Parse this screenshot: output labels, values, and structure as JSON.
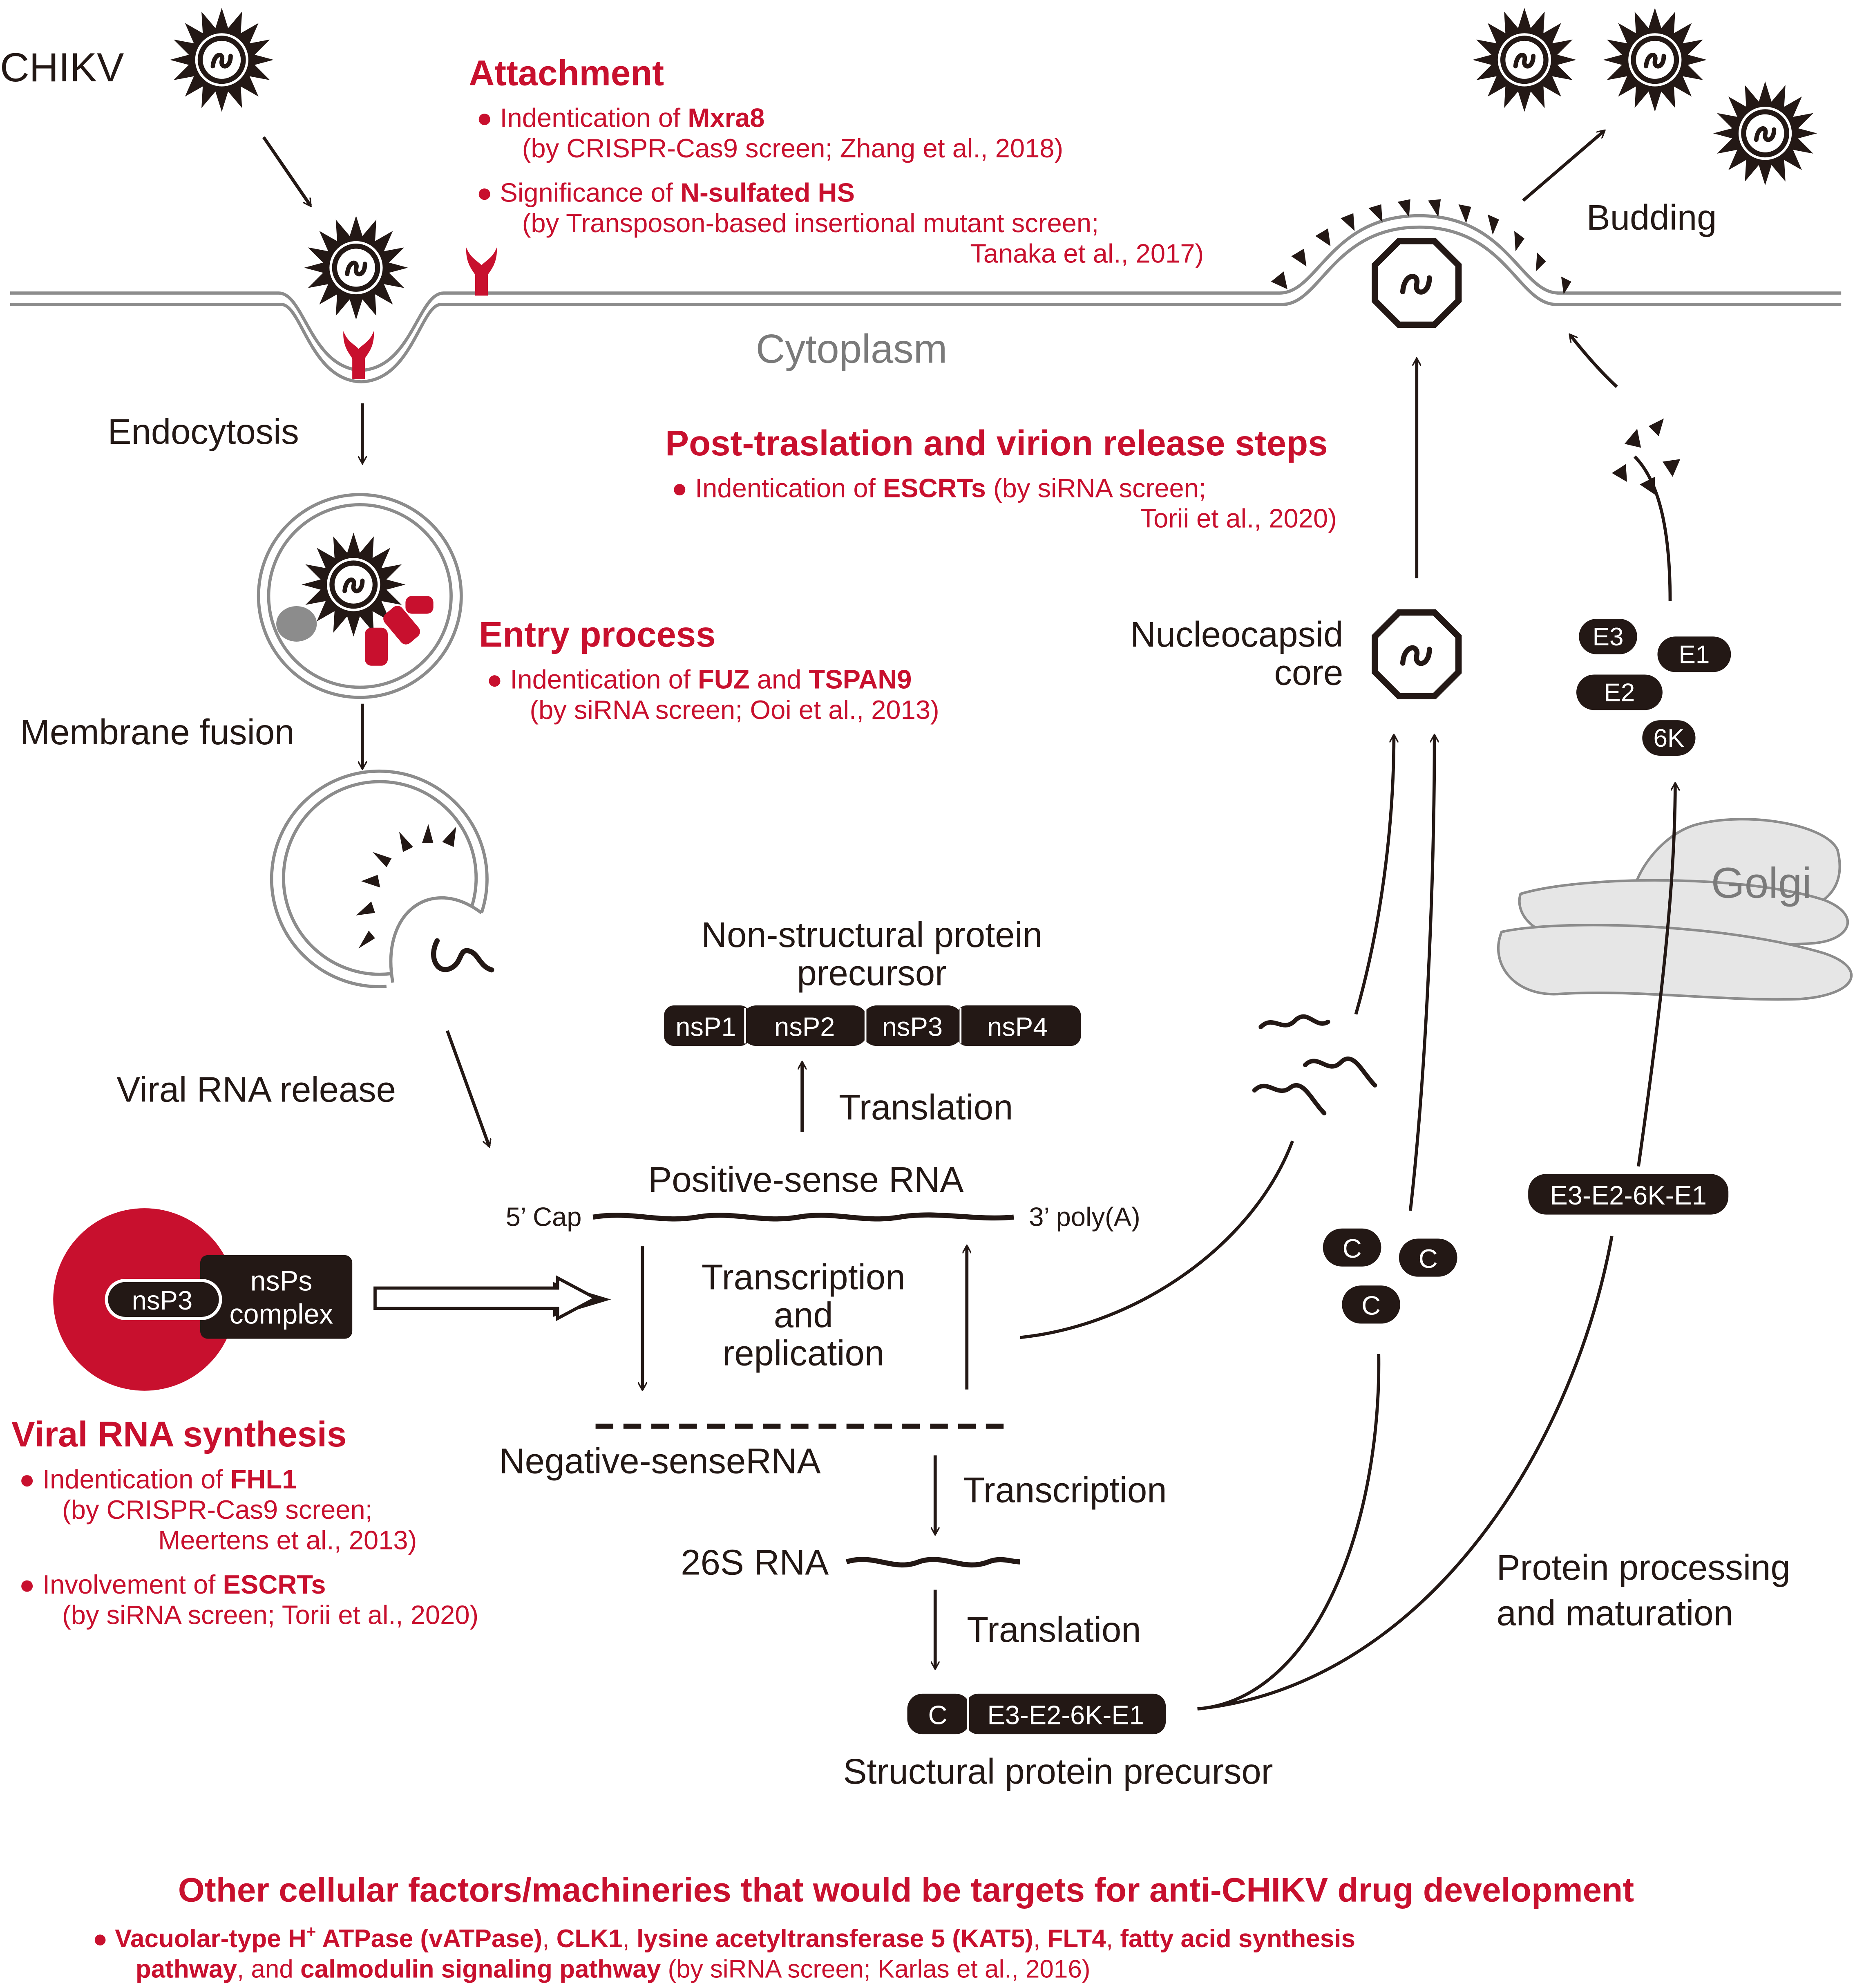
{
  "virus_label": "CHIKV",
  "cytoplasm_label": "Cytoplasm",
  "golgi_label": "Golgi",
  "steps": {
    "endocytosis": "Endocytosis",
    "membrane_fusion": "Membrane fusion",
    "viral_rna_release": "Viral RNA release",
    "budding": "Budding",
    "nucleocapsid_line1": "Nucleocapsid",
    "nucleocapsid_line2": "core",
    "protein_processing_line1": "Protein processing",
    "protein_processing_line2": "and maturation"
  },
  "attachment": {
    "title": "Attachment",
    "items": [
      {
        "bullet": "●",
        "prefix": "Indentication of ",
        "bold": "Mxra8",
        "suffix": "",
        "cite1": "(by CRISPR-Cas9 screen; Zhang et al., 2018)",
        "cite2": ""
      },
      {
        "bullet": "●",
        "prefix": "Significance of ",
        "bold": "N-sulfated HS",
        "suffix": "",
        "cite1": "(by Transposon-based insertional mutant screen;",
        "cite2": "Tanaka et al., 2017)"
      }
    ]
  },
  "entry": {
    "title": "Entry process",
    "bullet": "●",
    "prefix": "Indentication of ",
    "bold1": "FUZ",
    "mid": " and ",
    "bold2": "TSPAN9",
    "cite": "(by siRNA screen; Ooi et al., 2013)"
  },
  "post_translation": {
    "title": "Post-traslation and virion release steps",
    "bullet": "●",
    "prefix": "Indentication of ",
    "bold": "ESCRTs",
    "cite1": " (by siRNA screen;",
    "cite2": "Torii et al., 2020)"
  },
  "viral_rna_synthesis": {
    "title": "Viral RNA synthesis",
    "items": [
      {
        "bullet": "●",
        "prefix": "Indentication of ",
        "bold": "FHL1",
        "cite1": "(by CRISPR-Cas9 screen;",
        "cite2": "Meertens et al., 2013)"
      },
      {
        "bullet": "●",
        "prefix": "Involvement of ",
        "bold": "ESCRTs",
        "cite1": "(by siRNA screen; Torii et al., 2020)",
        "cite2": ""
      }
    ]
  },
  "rna": {
    "nonstructural_line1": "Non-structural protein",
    "nonstructural_line2": "precursor",
    "nsp_segments": [
      "nsP1",
      "nsP2",
      "nsP3",
      "nsP4"
    ],
    "translation_top": "Translation",
    "positive_sense": "Positive-sense RNA",
    "cap": "5’ Cap",
    "polya": "3’ poly(A)",
    "transcription_line1": "Transcription",
    "transcription_line2": "and",
    "transcription_line3": "replication",
    "negative_sense": "Negative-senseRNA",
    "transcription": "Transcription",
    "rna26s": "26S RNA",
    "translation_bottom": "Translation",
    "structural_c": "C",
    "structural_rest": "E3-E2-6K-E1",
    "structural_label": "Structural protein precursor"
  },
  "complex": {
    "nsp3": "nsP3",
    "nsps_line1": "nsPs",
    "nsps_line2": "complex"
  },
  "proteins": {
    "c_label": "C",
    "polyprotein": "E3-E2-6K-E1",
    "e3": "E3",
    "e1": "E1",
    "e2": "E2",
    "k6": "6K"
  },
  "footer": {
    "title": "Other cellular factors/machineries that would be targets for anti-CHIKV drug development",
    "bullet": "●",
    "b1": "Vacuolar-type H",
    "sup": "+",
    "b1b": " ATPase (vATPase)",
    "s1": ", ",
    "b2": "CLK1",
    "s2": ", ",
    "b3": "lysine acetyltransferase 5 (KAT5)",
    "s3": ", ",
    "b4": "FLT4",
    "s4": ", ",
    "b5": "fatty acid synthesis",
    "b6": "pathway",
    "s5": ", and ",
    "b7": "calmodulin signaling pathway",
    "s6": " (by siRNA screen; Karlas et al., 2016)"
  },
  "colors": {
    "accent": "#c8102e",
    "ink": "#231815",
    "membrane": "#8c8c8c",
    "golgi": "#e6e6e6"
  }
}
